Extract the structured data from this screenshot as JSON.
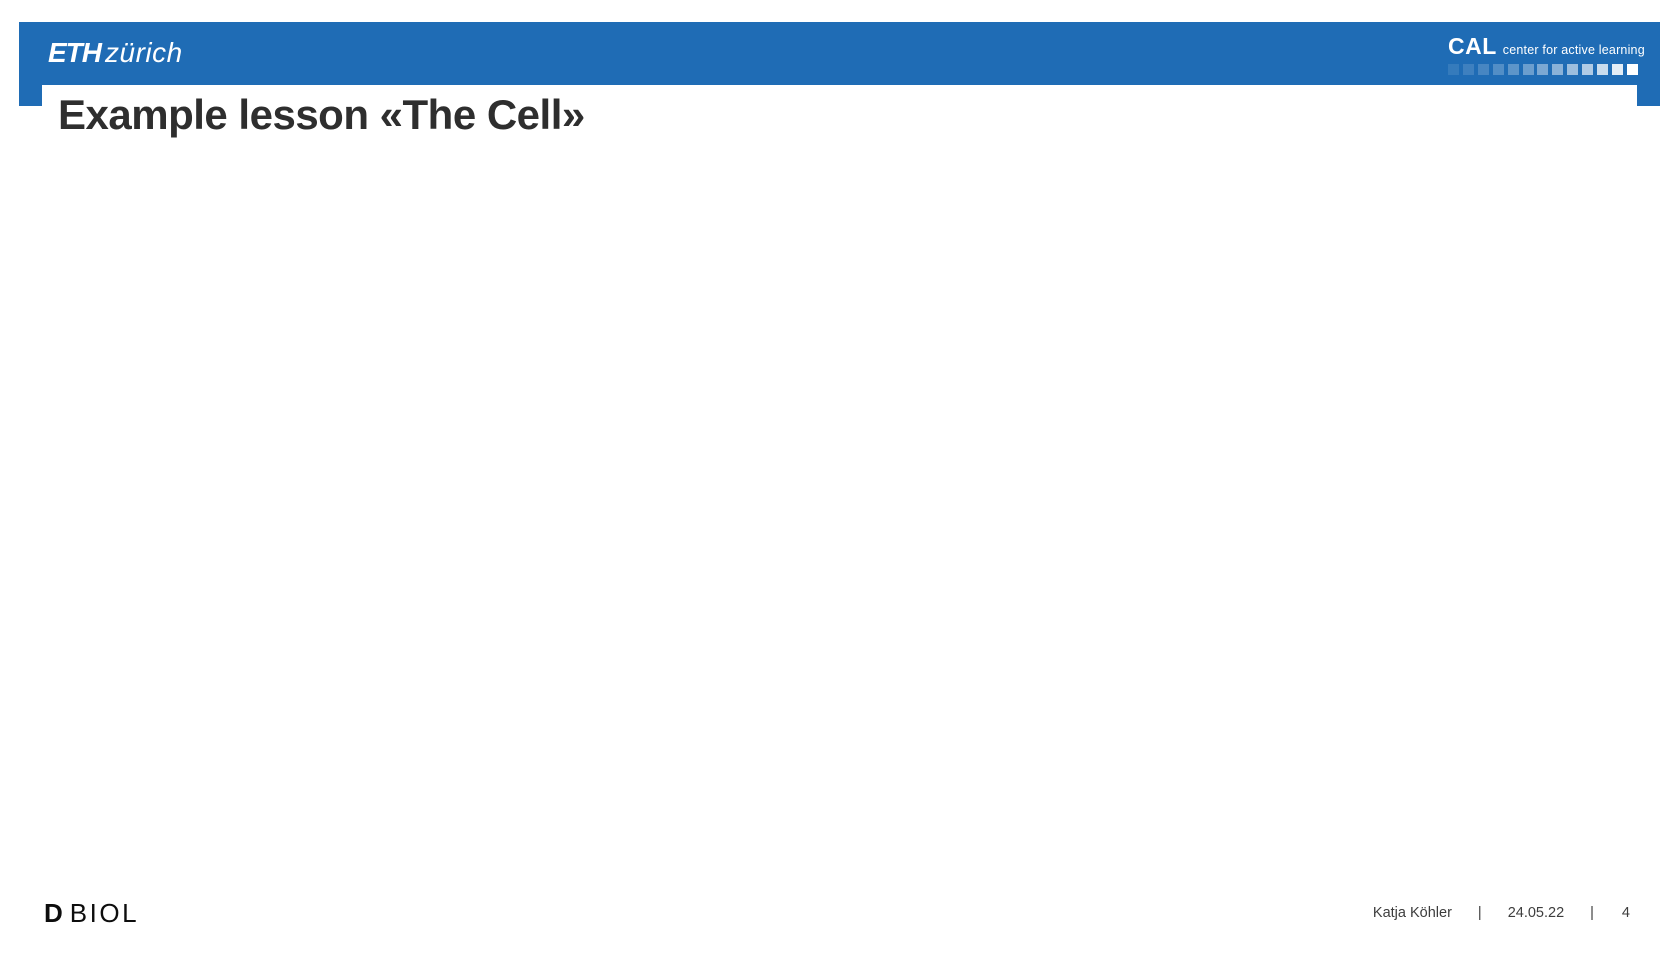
{
  "page": {
    "background_color": "#ffffff",
    "accent_color": "#1f6cb5"
  },
  "header": {
    "bar_color": "#1f6cb5",
    "eth_logo": {
      "bold_part": "ETH",
      "light_part": "zürich"
    },
    "cal_logo": {
      "acronym": "CAL",
      "subtitle": "center for active learning",
      "squares_count": 13,
      "square_base_color": "#ffffff",
      "squares_opacities": [
        0.1,
        0.14,
        0.18,
        0.23,
        0.28,
        0.34,
        0.41,
        0.48,
        0.56,
        0.65,
        0.76,
        0.88,
        1.0
      ]
    }
  },
  "title": "Example lesson «The Cell»",
  "footer": {
    "dept_logo": {
      "d": "D",
      "name": "BIOL"
    },
    "author": "Katja Köhler",
    "separator": "|",
    "date": "24.05.22",
    "page_number": "4"
  }
}
